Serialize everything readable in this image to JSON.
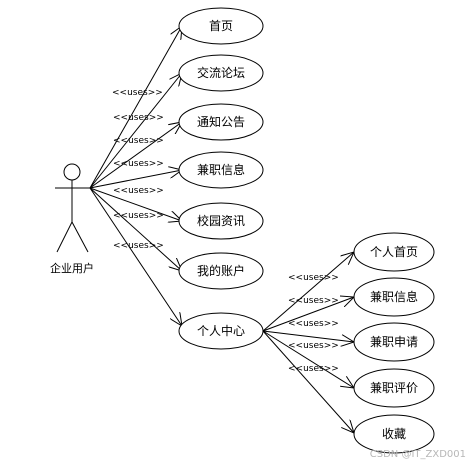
{
  "actor": {
    "label": "企业用户"
  },
  "relation_label": "<<uses>>",
  "use_cases": [
    {
      "id": "home",
      "label": "首页"
    },
    {
      "id": "forum",
      "label": "交流论坛"
    },
    {
      "id": "notice",
      "label": "通知公告"
    },
    {
      "id": "jobinfo",
      "label": "兼职信息"
    },
    {
      "id": "campus",
      "label": "校园资讯"
    },
    {
      "id": "account",
      "label": "我的账户"
    },
    {
      "id": "center",
      "label": "个人中心"
    }
  ],
  "sub_use_cases": [
    {
      "id": "sub-home",
      "label": "个人首页"
    },
    {
      "id": "sub-jobinfo",
      "label": "兼职信息"
    },
    {
      "id": "sub-apply",
      "label": "兼职申请"
    },
    {
      "id": "sub-review",
      "label": "兼职评价"
    },
    {
      "id": "sub-fav",
      "label": "收藏"
    }
  ],
  "watermark": "CSDN @IT_ZXD001"
}
